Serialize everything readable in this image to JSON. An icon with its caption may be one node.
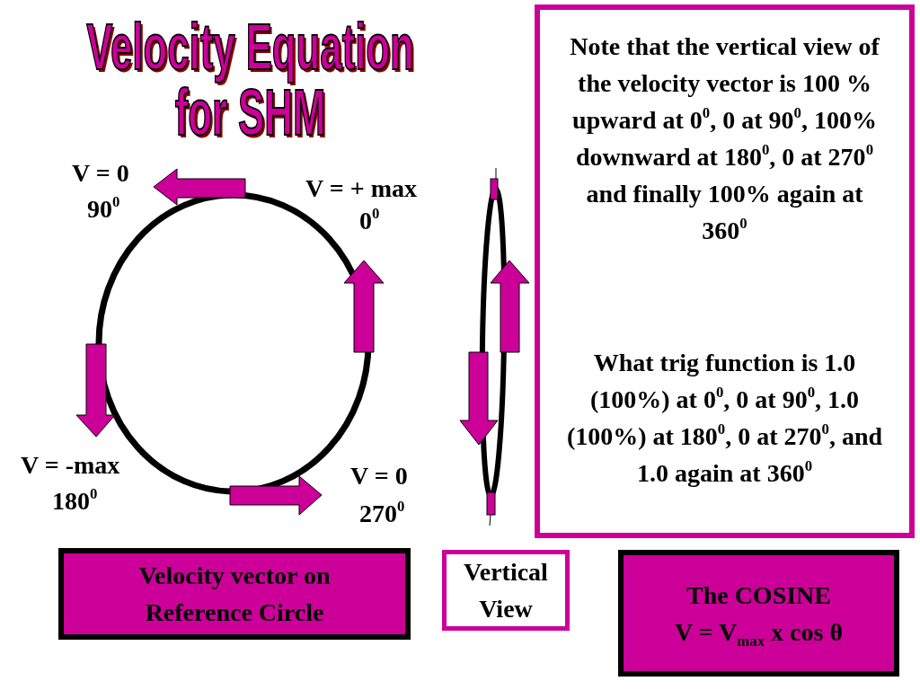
{
  "diagram": {
    "title": "Velocity Equation for SHM",
    "nodes": [
      {
        "text": [
          "Note that the vertical view of the velocity vector is 100 % upward at 0$^{0}$, 0 at 90$^{0}$, 100% downward at 180$^{0}$, 0 at 270$^{0}$ and finally 100% again at 360$^{0}$",
          "What trig function is 1.0 (100%) at 0$^{0}$, 0 at 90$^{0}$, 1.0 (100%) at 180$^{0}$, 0 at 270$^{0}$, and 1.0 again at 360$^{0}$"
        ]
      },
      {
        "text": [
          "Velocity vector on Reference Circle"
        ]
      },
      {
        "text": [
          "Vertical View"
        ]
      },
      {
        "text": [
          "The COSINE",
          "V = V$_{max}$ x cos θ"
        ]
      }
    ],
    "labels": [
      "V = 0",
      "90$^{0}$",
      "V = + max",
      "0$^{0}$",
      "V = -max",
      "180$^{0}$",
      "V = 0",
      "270$^{0}$"
    ]
  }
}
